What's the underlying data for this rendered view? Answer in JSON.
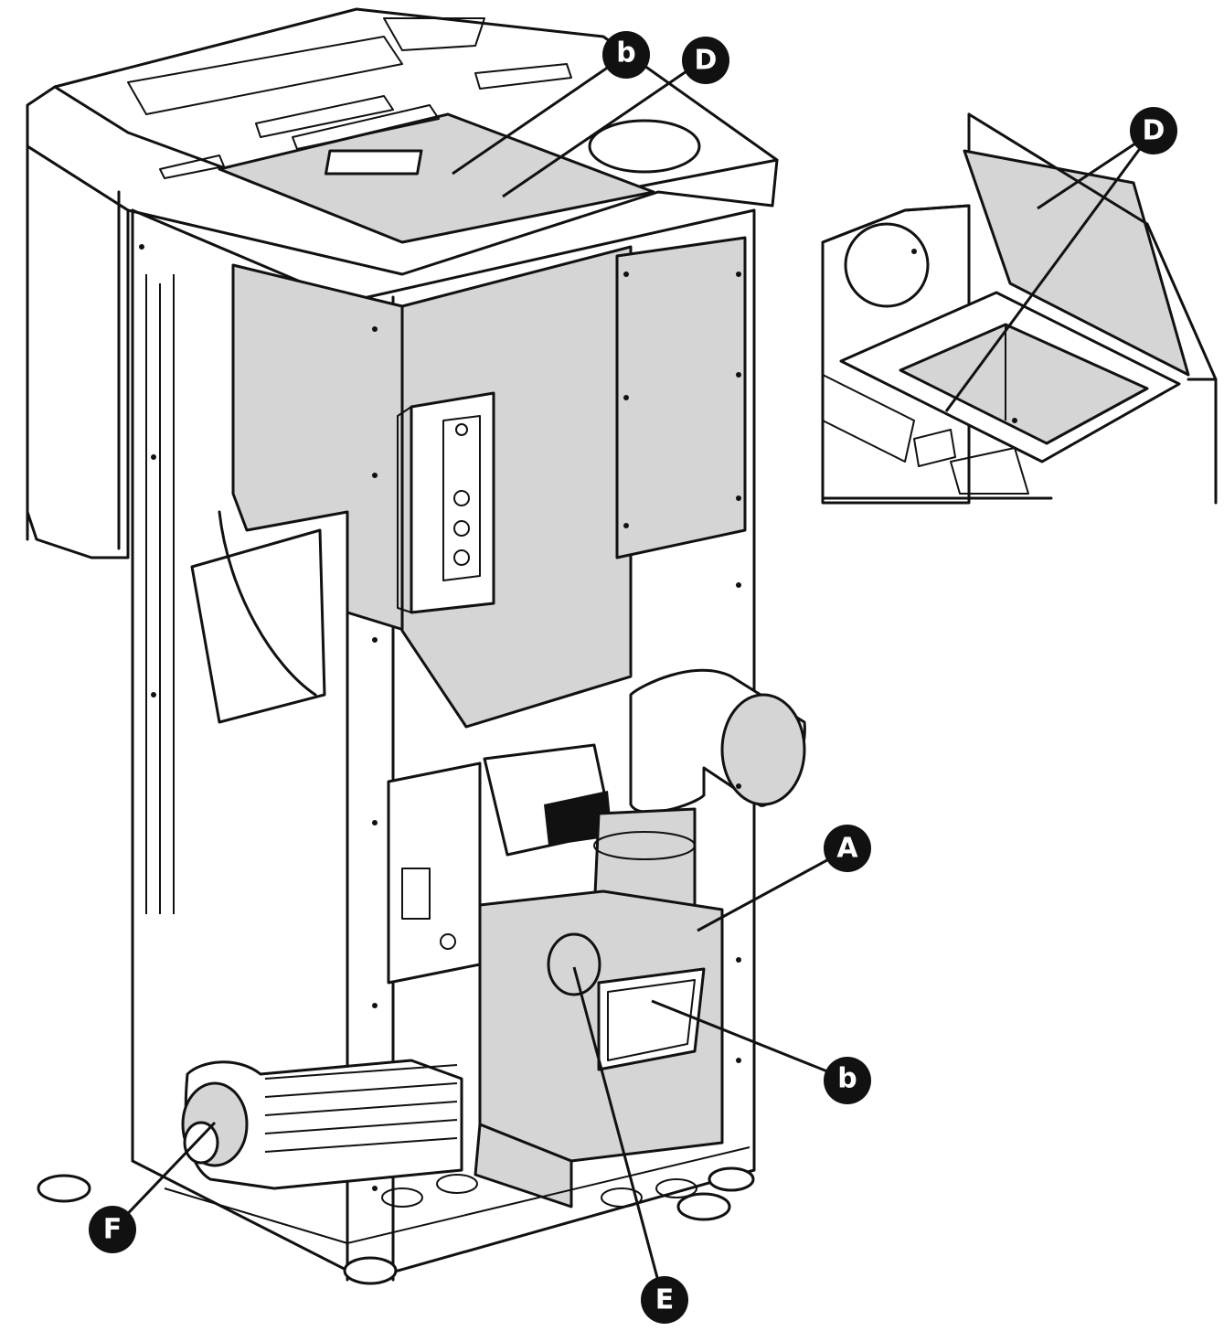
{
  "callouts": {
    "b_top": "b",
    "d_main": "D",
    "d_inset": "D",
    "a": "A",
    "b_side": "b",
    "f": "F",
    "e": "E"
  },
  "icons": {
    "stove": "pellet-stove-rear-view-illustration",
    "inset": "hopper-lid-open-detail-illustration"
  }
}
